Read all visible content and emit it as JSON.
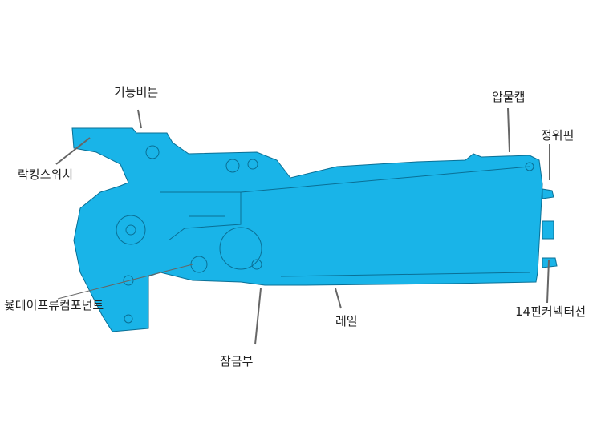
{
  "colors": {
    "body": "#19b4e8",
    "outline": "#0a6f95",
    "leader": "#666666"
  },
  "labels": {
    "function_button": "기능버튼",
    "locking_switch": "락킹스위치",
    "pressure_cap": "압물캡",
    "positioning_pin": "정위핀",
    "connector_cable": "14핀커넥터선",
    "rail": "레일",
    "lock_part": "잠금부",
    "tape_component": "윷테이프류컴포넌트"
  }
}
